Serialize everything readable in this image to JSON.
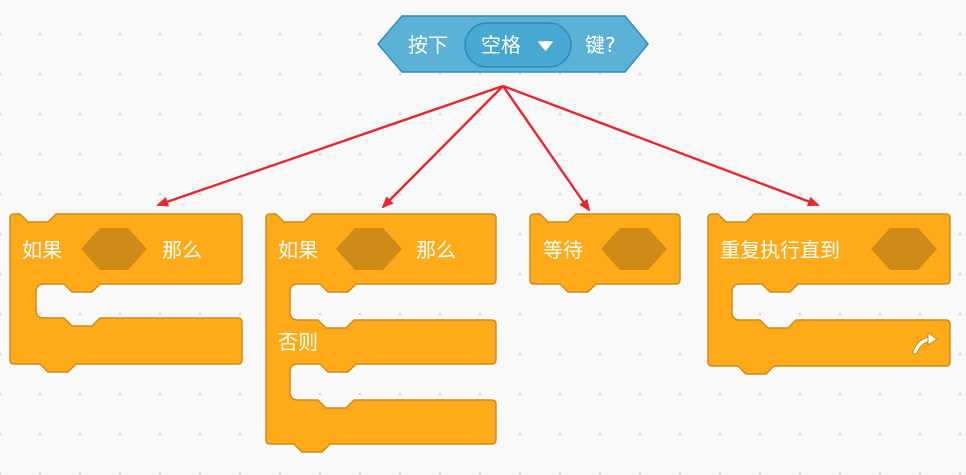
{
  "sensing_block": {
    "prefix": "按下",
    "key_value": "空格",
    "suffix": "键?"
  },
  "blocks": {
    "if_then": {
      "word_if": "如果",
      "word_then": "那么"
    },
    "if_else": {
      "word_if": "如果",
      "word_then": "那么",
      "word_else": "否则"
    },
    "wait_until": {
      "word_wait": "等待"
    },
    "repeat_until": {
      "word_repeat": "重复执行直到"
    }
  },
  "colors": {
    "sensing_fill": "#5CB1D6",
    "sensing_stroke": "#2E8EB8",
    "sensing_dropdown": "#47A8D1",
    "control_fill": "#FFAB19",
    "control_stroke": "#CF8B17",
    "slot_fill": "#CF8B17",
    "arrow": "#E8262B"
  },
  "icons": {
    "dropdown": "caret-down-icon",
    "loop": "loop-arrow-icon"
  }
}
